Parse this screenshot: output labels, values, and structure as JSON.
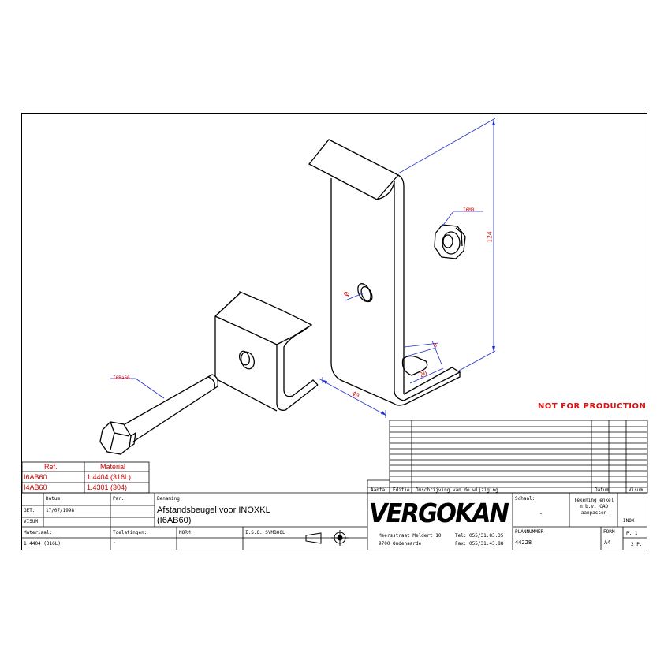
{
  "stamp": "NOT FOR PRODUCTION",
  "dimensions": {
    "height_124": "124",
    "width_40": "40",
    "slot_20": "20",
    "slot_9": "9",
    "hole_dia": "Ø",
    "nut_label": "I6M8",
    "bolt_label": "I6Ba60"
  },
  "ref_table": {
    "header_ref": "Ref.",
    "header_material": "Material",
    "rows": [
      {
        "ref": "I6AB60",
        "material": "1.4404 (316L)"
      },
      {
        "ref": "I4AB60",
        "material": "1.4301 (304)"
      }
    ]
  },
  "revision_header": {
    "aantal": "Aantal",
    "editie": "Editie",
    "omschrijving": "Omschrijving van de wijziging",
    "datum": "Datum",
    "visum": "Visum"
  },
  "titleblock": {
    "datum_label": "Datum",
    "par_label": "Par.",
    "benaming_label": "Benaming",
    "get_label": "GET.",
    "get_date": "17/07/1998",
    "visum_label": "VISUM",
    "title_line1": "Afstandsbeugel voor INOXKL",
    "title_line2": "(I6AB60)",
    "materiaal_label": "Materiaal:",
    "materiaal_value": "1.4404 (316L)",
    "toelating_label": "Toelatingen:",
    "toelating_value": "-",
    "norm_label": "NORM:",
    "iso_label": "I.S.O. SYMBOOL",
    "company": "VERGOKAN",
    "address1": "Meersstraat Meldert 10",
    "address2": "9700 Oudenaarde",
    "tel": "Tel: 055/31.83.35",
    "fax": "Fax: 055/31.43.88",
    "schaal_label": "Schaal:",
    "schaal_value": "-",
    "note": "Tekening enkel m.b.v. CAD aanpassen",
    "inox": "INOX",
    "plannummer_label": "PLANNUMMER",
    "plannummer": "44228",
    "formaat_label": "FORM",
    "formaat": "A4",
    "page_label": "P. 1",
    "pages_label": "2 P."
  }
}
